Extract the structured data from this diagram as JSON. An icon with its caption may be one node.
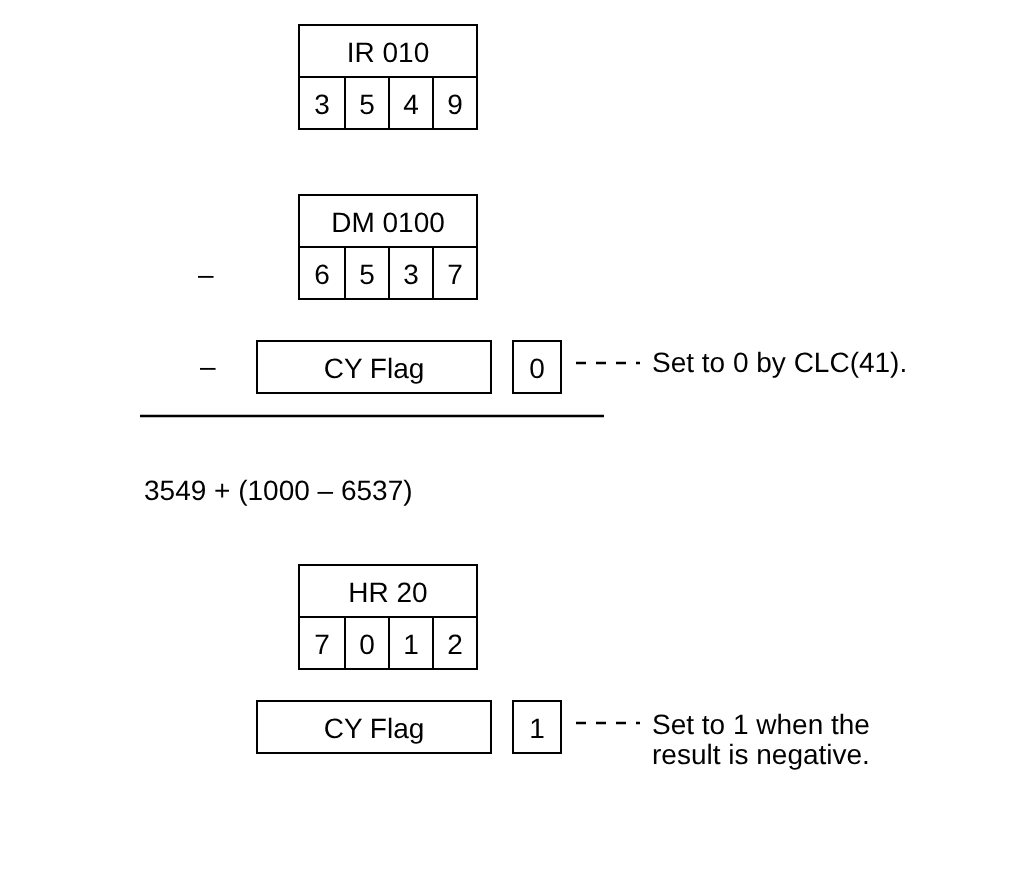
{
  "diagram": {
    "nodes": [
      {
        "text": [
          "IR 010",
          "3",
          "5",
          "4",
          "9"
        ]
      },
      {
        "text": [
          "DM 0100",
          "6",
          "5",
          "3",
          "7"
        ]
      },
      {
        "text": [
          "CY Flag"
        ]
      },
      {
        "text": [
          "0"
        ]
      },
      {
        "text": [
          "Set to 0 by CLC(41)."
        ]
      },
      {
        "text": [
          "HR 20",
          "7",
          "0",
          "1",
          "2"
        ]
      },
      {
        "text": [
          "CY Flag"
        ]
      },
      {
        "text": [
          "1"
        ]
      },
      {
        "text": [
          "Set to 1 when the result is negative."
        ]
      }
    ],
    "edges": [
      {
        "from": 3,
        "to": 4,
        "arrow": "none",
        "style": "dashed"
      },
      {
        "from": 7,
        "to": 8,
        "arrow": "none",
        "style": "dashed"
      }
    ],
    "labels": [
      "–",
      "–",
      "3549 + (1000 – 6537)"
    ]
  }
}
